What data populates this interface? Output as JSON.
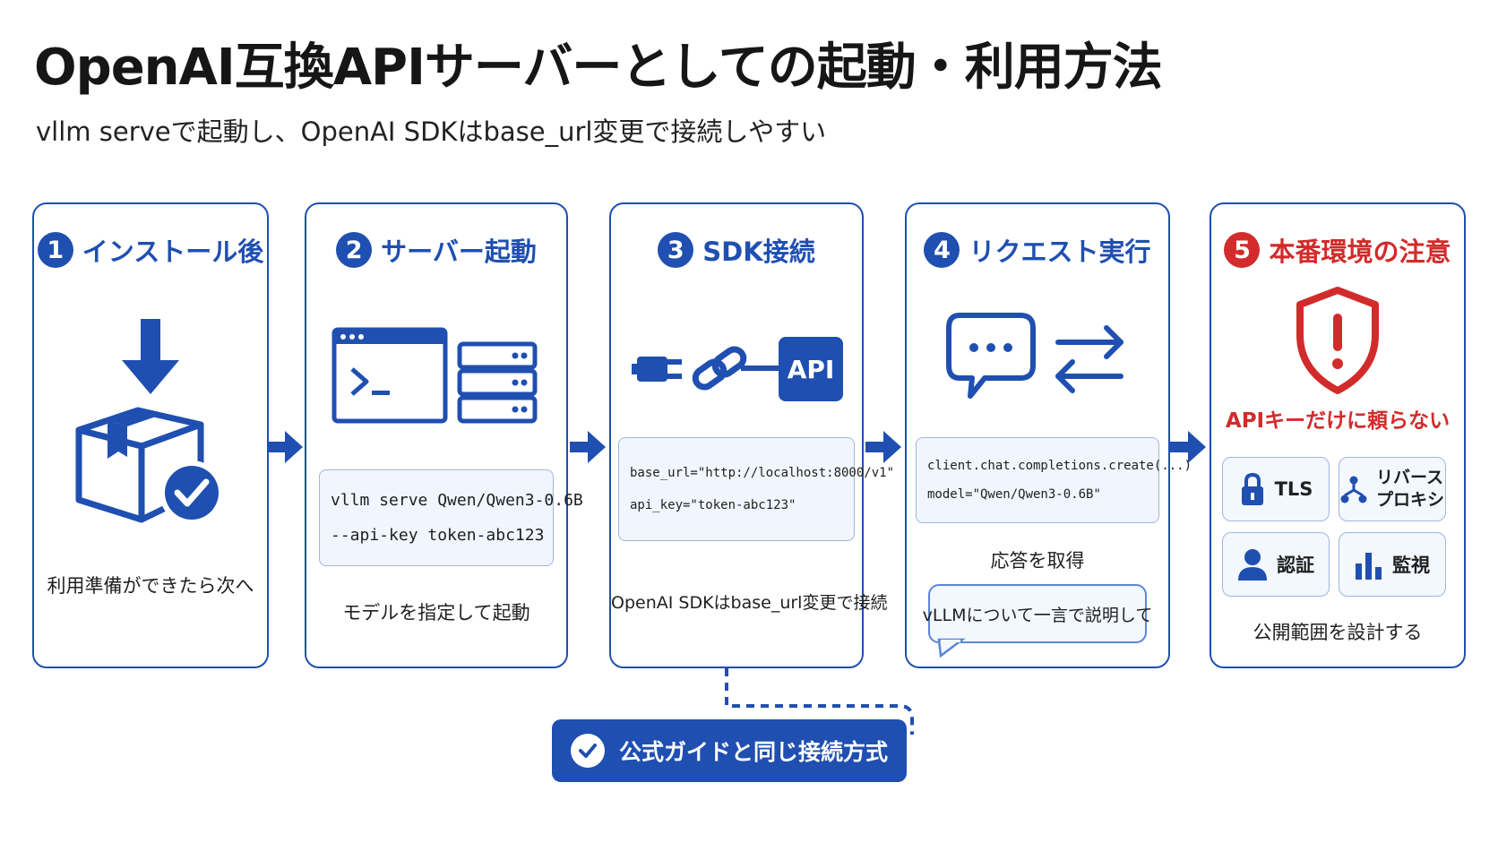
{
  "header": {
    "title": "OpenAI互換APIサーバーとしての起動・利用方法",
    "subtitle": "vllm serveで起動し、OpenAI SDKはbase_url変更で接続しやすい"
  },
  "steps": [
    {
      "num": "1",
      "title": "インストール後",
      "caption": "利用準備ができたら次へ"
    },
    {
      "num": "2",
      "title": "サーバー起動",
      "code": [
        "vllm serve Qwen/Qwen3-0.6B",
        "--api-key token-abc123"
      ],
      "caption": "モデルを指定して起動"
    },
    {
      "num": "3",
      "title": "SDK接続",
      "icon_label": "API",
      "code": [
        "base_url=\"http://localhost:8000/v1\"",
        "api_key=\"token-abc123\""
      ],
      "caption": "OpenAI SDKはbase_url変更で接続"
    },
    {
      "num": "4",
      "title": "リクエスト実行",
      "code": [
        "client.chat.completions.create(...)",
        "model=\"Qwen/Qwen3-0.6B\""
      ],
      "caption": "応答を取得",
      "bubble": "vLLMについて一言で説明して"
    },
    {
      "num": "5",
      "title": "本番環境の注意",
      "warning": "APIキーだけに頼らない",
      "tiles": [
        {
          "label": "TLS",
          "icon": "lock-icon"
        },
        {
          "label_lines": [
            "リバース",
            "プロキシ"
          ],
          "icon": "network-icon"
        },
        {
          "label": "認証",
          "icon": "user-icon"
        },
        {
          "label": "監視",
          "icon": "bar-chart-icon"
        }
      ],
      "caption": "公開範囲を設計する"
    }
  ],
  "badge": {
    "label": "公式ガイドと同じ接続方式"
  },
  "colors": {
    "primary": "#1f4fb0",
    "warning": "#d22b2b",
    "code_bg": "#f1f5fd"
  }
}
